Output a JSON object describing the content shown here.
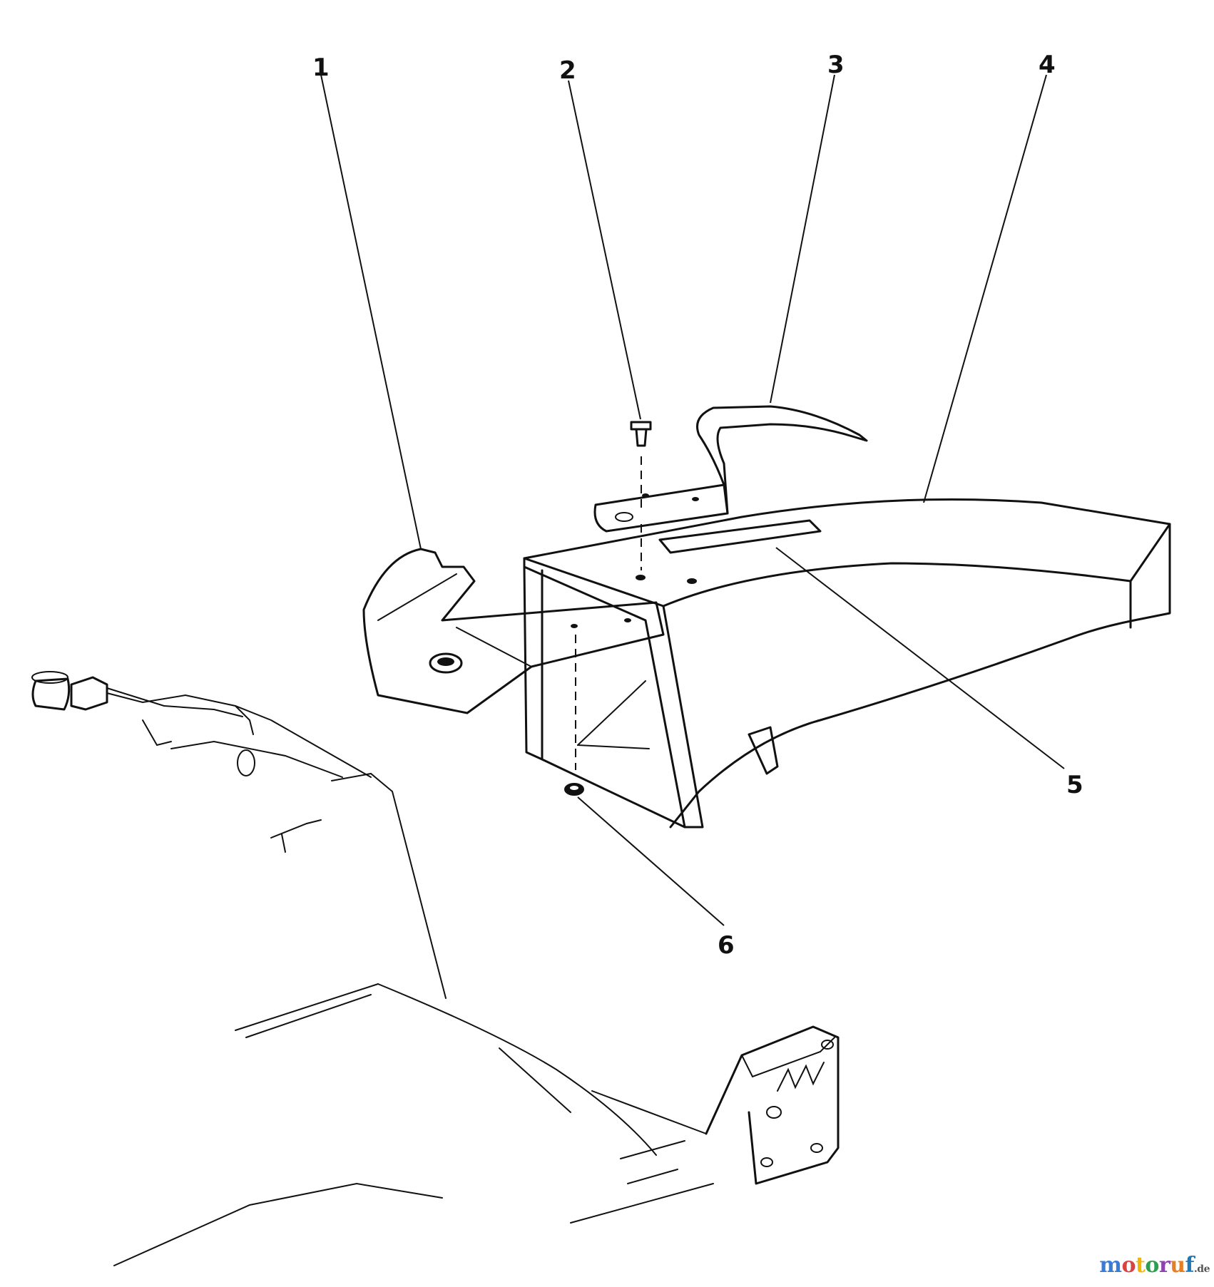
{
  "callouts": [
    {
      "id": "1",
      "text": "1"
    },
    {
      "id": "2",
      "text": "2"
    },
    {
      "id": "3",
      "text": "3"
    },
    {
      "id": "4",
      "text": "4"
    },
    {
      "id": "5",
      "text": "5"
    },
    {
      "id": "6",
      "text": "6"
    }
  ],
  "watermark": {
    "brand": "motoruf",
    "tld": ".de",
    "colors": [
      "#3a7bd5",
      "#d64541",
      "#f2b705",
      "#2e9e4f",
      "#8e44ad",
      "#e67e22",
      "#1f77b4"
    ]
  }
}
